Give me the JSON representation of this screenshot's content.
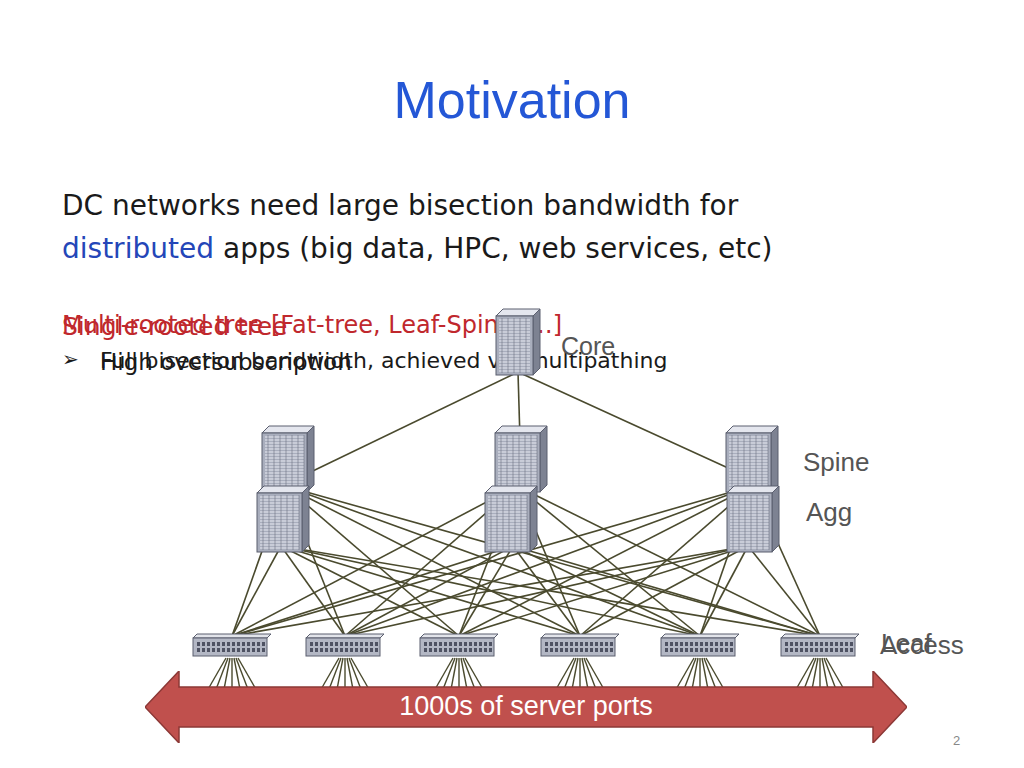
{
  "diagram": {
    "title": "Motivation",
    "nodes": [
      {
        "text": [
          "1000s of server ports"
        ]
      }
    ],
    "edges": [],
    "labels": [
      "DC networks need large bisection bandwidth for",
      "distributed",
      "apps (big data, HPC, web services, etc)",
      "Multi-rooted tree [Fat-tree, Leaf-Spine, …]",
      "Single-rooted tree",
      "➢",
      "Full bisection bandwidth, achieved via multipathing",
      "High oversubscription",
      "Core",
      "Spine",
      "Agg",
      "Leaf",
      "Access",
      "2"
    ]
  }
}
